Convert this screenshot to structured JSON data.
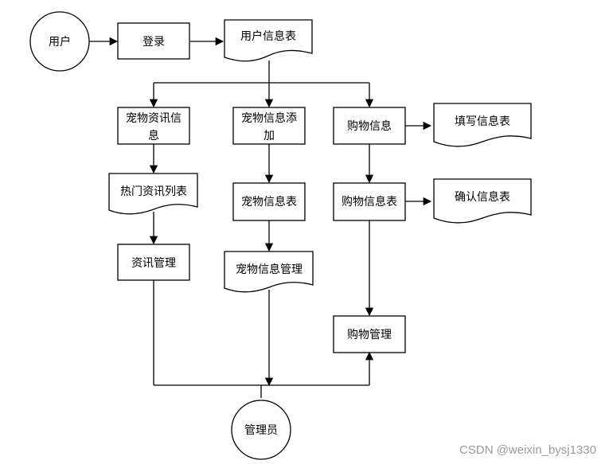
{
  "diagram": {
    "nodes": {
      "user": "用户",
      "login": "登录",
      "user_info_table": "用户信息表",
      "pet_news_info_line1": "宠物资讯信",
      "pet_news_info_line2": "息",
      "pet_info_add_line1": "宠物信息添",
      "pet_info_add_line2": "加",
      "shopping_info": "购物信息",
      "fill_info_table": "填写信息表",
      "hot_news_list_table": "热门资讯列表",
      "pet_info_table": "宠物信息表",
      "shopping_info_table": "购物信息表",
      "confirm_info_table": "确认信息表",
      "news_management": "资讯管理",
      "pet_info_management": "宠物信息管理",
      "shopping_management": "购物管理",
      "admin": "管理员"
    }
  },
  "watermark": "CSDN @weixin_bysj1330"
}
